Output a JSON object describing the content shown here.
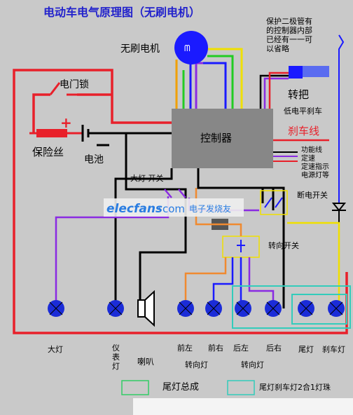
{
  "title": "电动车电气原理图（无刷电机）",
  "motor_label": "无刷电机",
  "note_lines": [
    "保护二极管有",
    "的控制器内部",
    "已经有一一可",
    "以省略"
  ],
  "throttle_label": "转把",
  "low_brake_label": "低电平刹车",
  "brake_line_label": "刹车线",
  "function_lines": [
    "功能线",
    "定速",
    "定速指示",
    "电源灯等"
  ],
  "controller_label": "控制器",
  "door_lock_label": "电门锁",
  "fuse_label": "保险丝",
  "battery_label": "电池",
  "plus_sign": "+",
  "headlight_switch_label": "大灯 开关",
  "power_off_switch_label": "断电开关",
  "turn_switch_label": "转向开关",
  "watermark": {
    "brand": "elecfans",
    "dot": "·",
    "com": "com",
    "cn": "电子发烧友"
  },
  "lamps": [
    {
      "label": "大灯"
    },
    {
      "label": "仪表灯"
    },
    {
      "label": "喇叭"
    },
    {
      "label": "前左"
    },
    {
      "label": "前右"
    },
    {
      "label": "后左"
    },
    {
      "label": "后右"
    },
    {
      "label": "尾灯"
    },
    {
      "label": "刹车灯"
    }
  ],
  "turn_light_label_1": "转向灯",
  "turn_light_label_2": "转向灯",
  "legend_tail": "尾灯总成",
  "legend_brake": "尾灯刹车灯2合1灯珠",
  "colors": {
    "red": "#e8202a",
    "black": "#000000",
    "blue": "#1a1aff",
    "yellow": "#f0e000",
    "green": "#22cc22",
    "purple": "#8a2be2",
    "orange": "#f08a30",
    "lamp": "#1b2cd8",
    "controller": "#878787",
    "cyan": "#33ccbb"
  }
}
